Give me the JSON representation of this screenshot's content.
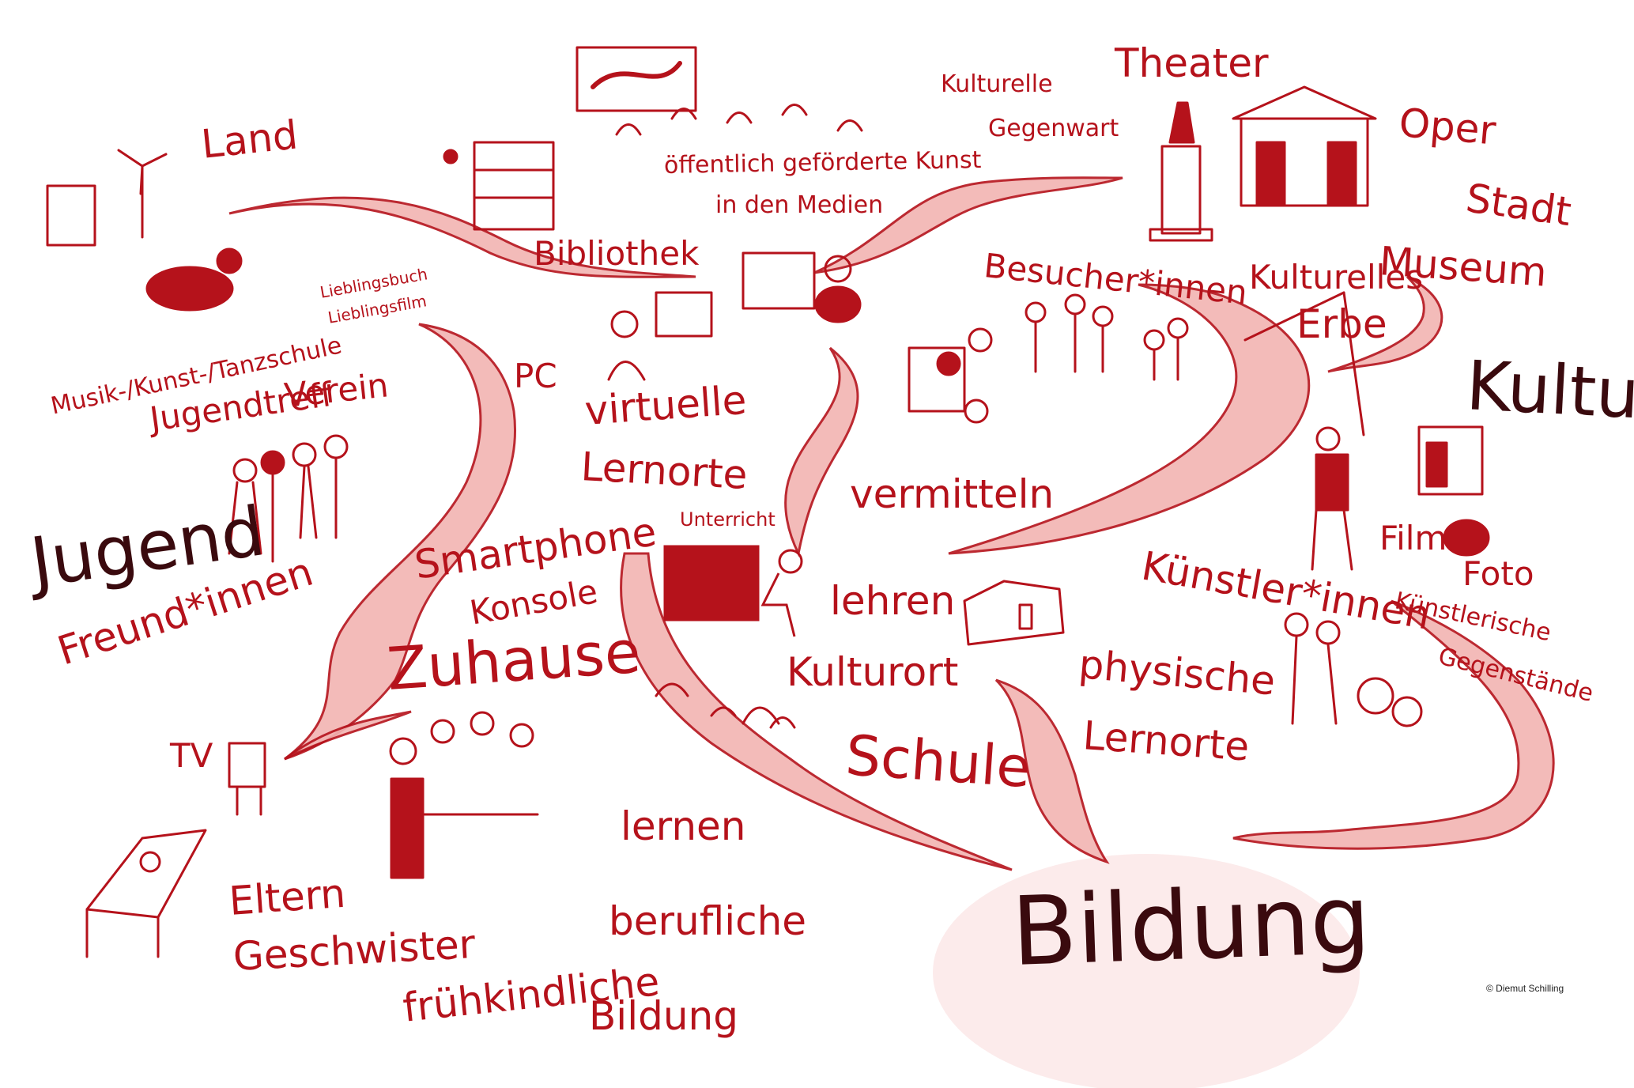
{
  "palette": {
    "ink": "#b5121b",
    "dark_ink": "#3a0a0e",
    "path_fill": "#f2b4b2",
    "path_edge": "#b5121b",
    "blob": "#fbe3e3"
  },
  "labels": {
    "land": "Land",
    "theater": "Theater",
    "oper": "Oper",
    "stadt": "Stadt",
    "museum": "Museum",
    "kulturelle_gegenwart_1": "Kulturelle",
    "kulturelle_gegenwart_2": "Gegenwart",
    "medien_1": "öffentlich geförderte Kunst",
    "medien_2": "in den Medien",
    "bibliothek": "Bibliothek",
    "besucher": "Besucher*innen",
    "kulturelles_erbe_1": "Kulturelles",
    "kulturelles_erbe_2": "Erbe",
    "kultur": "Kultur",
    "lieblingsbuch": "Lieblingsbuch",
    "lieblingsfilm": "Lieblingsfilm",
    "musikschule": "Musik-/Kunst-/Tanzschule",
    "jugendtreff": "Jugendtreff",
    "verein": "Verein",
    "pc": "PC",
    "virtuelle_lernorte_1": "virtuelle",
    "virtuelle_lernorte_2": "Lernorte",
    "vermitteln": "vermitteln",
    "jugend": "Jugend",
    "freundinnen": "Freund*innen",
    "smartphone": "Smartphone",
    "konsole": "Konsole",
    "unterricht": "Unterricht",
    "lehren": "lehren",
    "kulturort": "Kulturort",
    "kuenstlerinnen": "Künstler*innen",
    "film": "Film",
    "foto": "Foto",
    "kuenstlerische_gegenstaende_1": "Künstlerische",
    "kuenstlerische_gegenstaende_2": "Gegenstände",
    "zuhause": "Zuhause",
    "physische_lernorte_1": "physische",
    "physische_lernorte_2": "Lernorte",
    "schule": "Schule",
    "tv": "TV",
    "lernen": "lernen",
    "eltern": "Eltern",
    "geschwister": "Geschwister",
    "fruehkindliche_bildung": "frühkindliche",
    "berufliche_bildung_1": "berufliche",
    "berufliche_bildung_2": "Bildung",
    "bildung": "Bildung"
  },
  "credit": "© Diemut Schilling"
}
